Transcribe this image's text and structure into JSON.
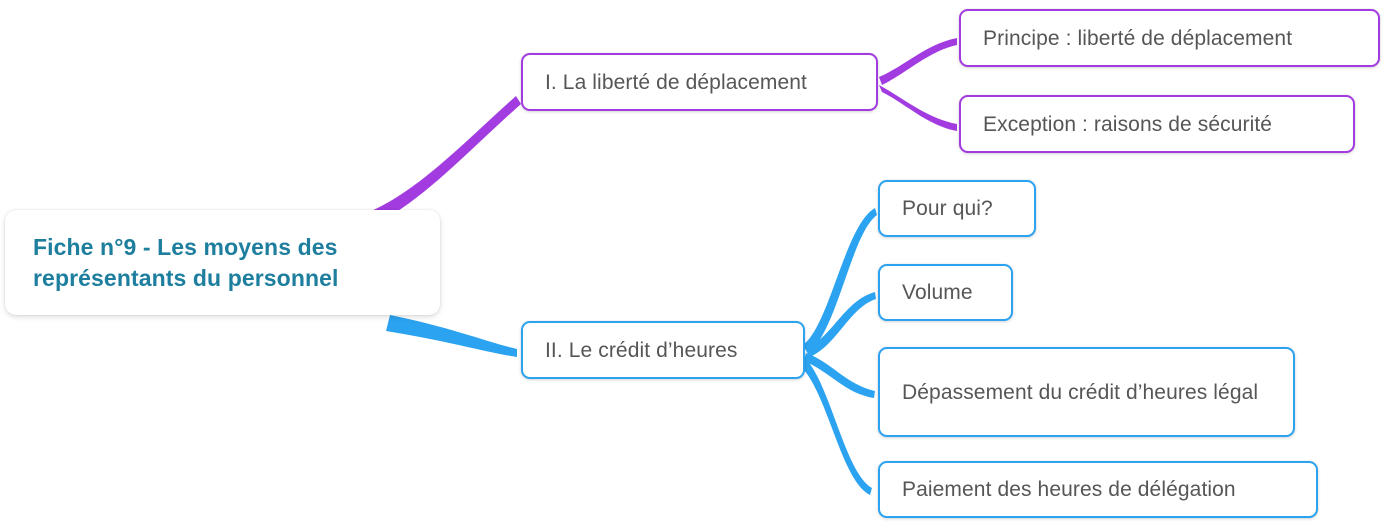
{
  "diagram": {
    "type": "mind-map",
    "title": "Fiche n°9 - Les moyens des représentants du personnel",
    "background_color": "#ffffff",
    "colors": {
      "root_text": "#1d7e9e",
      "node_text": "#565656",
      "branch_purple": "#a33ce0",
      "branch_blue": "#2ba3f0",
      "node_fill": "#ffffff"
    },
    "root": {
      "label": "Fiche n°9 - Les moyens des représentants du personnel",
      "text_color": "#1d7e9e"
    },
    "branches": [
      {
        "id": "branch-1",
        "label": "I. La liberté de déplacement",
        "color": "#a33ce0",
        "children": [
          {
            "id": "leaf-1-1",
            "label": "Principe : liberté de déplacement"
          },
          {
            "id": "leaf-1-2",
            "label": "Exception : raisons de sécurité"
          }
        ]
      },
      {
        "id": "branch-2",
        "label": "II. Le crédit d’heures",
        "color": "#2ba3f0",
        "children": [
          {
            "id": "leaf-2-1",
            "label": "Pour qui?"
          },
          {
            "id": "leaf-2-2",
            "label": "Volume"
          },
          {
            "id": "leaf-2-3",
            "label": "Dépassement du crédit d’heures légal"
          },
          {
            "id": "leaf-2-4",
            "label": "Paiement des heures de délégation"
          }
        ]
      }
    ]
  }
}
